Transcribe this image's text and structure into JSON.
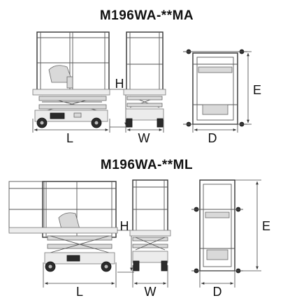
{
  "sections": [
    {
      "title": "M196WA-**MA",
      "labels": {
        "height": "H",
        "length": "L",
        "width": "W",
        "depth": "D",
        "extended": "E"
      }
    },
    {
      "title": "M196WA-**ML",
      "labels": {
        "height": "H",
        "length": "L",
        "width": "W",
        "depth": "D",
        "extended": "E"
      }
    }
  ]
}
